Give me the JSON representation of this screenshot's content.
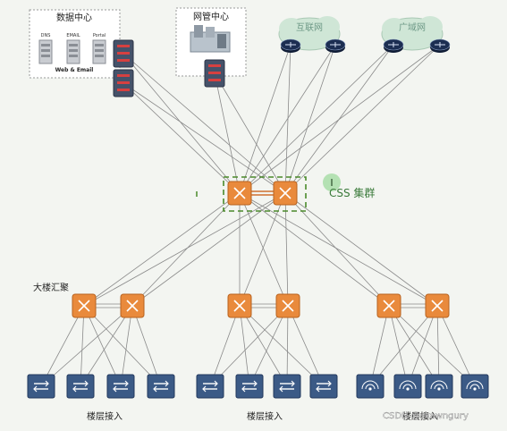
{
  "colors": {
    "background": "#f3f5f1",
    "link": "#8a8a8a",
    "core_switch": "#e98a3c",
    "css_group_border": "#4a8a2a",
    "css_label": "#3a7a3a",
    "css_link": "#d07030",
    "access_device": "#3b5a86",
    "firewall": "#45526a",
    "firewall_accent": "#d64040",
    "cloud": "#cfe6d6",
    "router": "#1c2e52"
  },
  "labels": {
    "data_center": "数据中心",
    "server_dns": "DNS",
    "server_email": "EMAIL",
    "server_portal": "Portal",
    "web_email": "Web & Email",
    "nms_center": "网管中心",
    "internet": "互联网",
    "wan": "广域网",
    "css_cluster": "CSS  集群",
    "building_aggregation": "大楼汇聚",
    "floor_access_1": "楼层接入",
    "floor_access_2": "楼层接入",
    "floor_access_3": "楼层接入",
    "watermark": "CSDN @skawngury"
  },
  "icons": {
    "server": "server-icon",
    "firewall": "firewall-icon",
    "cloud": "cloud-icon",
    "router": "router-icon",
    "switch": "switch-icon",
    "access_point": "wireless-ap-icon"
  }
}
